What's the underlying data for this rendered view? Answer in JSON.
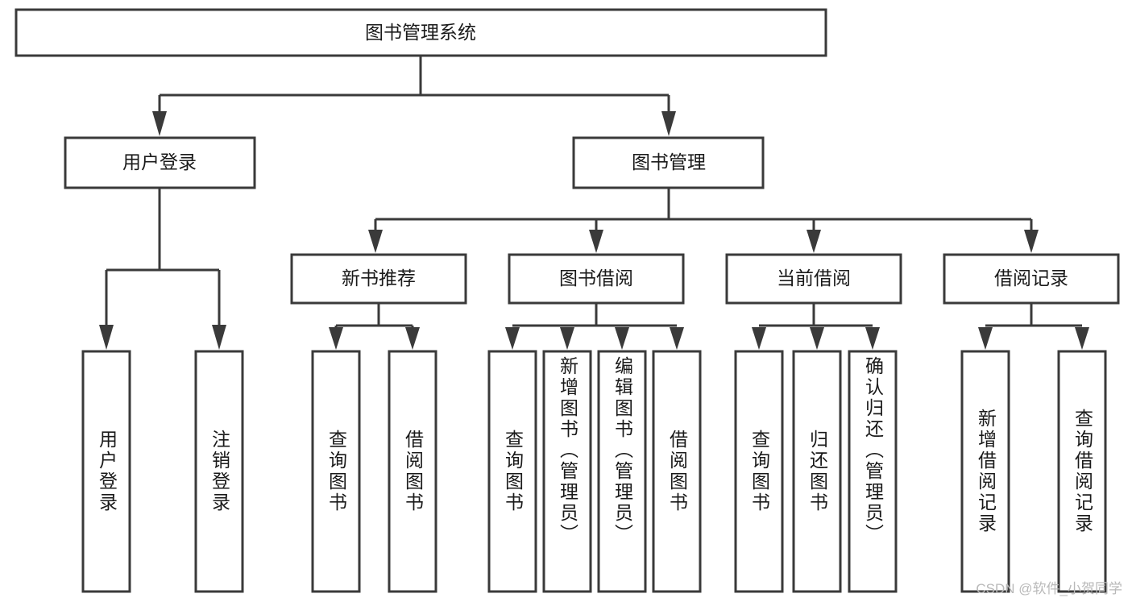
{
  "diagram": {
    "type": "tree-hierarchy",
    "title": "图书管理系统",
    "root": {
      "id": "root",
      "label": "图书管理系统"
    },
    "level2": [
      {
        "id": "user-login",
        "label": "用户登录"
      },
      {
        "id": "book-manage",
        "label": "图书管理"
      }
    ],
    "level3": [
      {
        "id": "new-book-rec",
        "label": "新书推荐",
        "parent": "book-manage"
      },
      {
        "id": "book-borrow",
        "label": "图书借阅",
        "parent": "book-manage"
      },
      {
        "id": "current-borrow",
        "label": "当前借阅",
        "parent": "book-manage"
      },
      {
        "id": "borrow-record",
        "label": "借阅记录",
        "parent": "book-manage"
      }
    ],
    "leaves": [
      {
        "id": "leaf-user-login",
        "label": "用户登录",
        "parent": "user-login"
      },
      {
        "id": "leaf-user-logout",
        "label": "注销登录",
        "parent": "user-login"
      },
      {
        "id": "leaf-query-book-1",
        "label": "查询图书",
        "parent": "new-book-rec"
      },
      {
        "id": "leaf-borrow-book-1",
        "label": "借阅图书",
        "parent": "new-book-rec"
      },
      {
        "id": "leaf-query-book-2",
        "label": "查询图书",
        "parent": "book-borrow"
      },
      {
        "id": "leaf-add-book",
        "label": "新增图书（管理员）",
        "parent": "book-borrow"
      },
      {
        "id": "leaf-edit-book",
        "label": "编辑图书（管理员）",
        "parent": "book-borrow"
      },
      {
        "id": "leaf-borrow-book-2",
        "label": "借阅图书",
        "parent": "book-borrow"
      },
      {
        "id": "leaf-query-book-3",
        "label": "查询图书",
        "parent": "current-borrow"
      },
      {
        "id": "leaf-return-book",
        "label": "归还图书",
        "parent": "current-borrow"
      },
      {
        "id": "leaf-confirm-return",
        "label": "确认归还（管理员）",
        "parent": "current-borrow"
      },
      {
        "id": "leaf-add-record",
        "label": "新增借阅记录",
        "parent": "borrow-record"
      },
      {
        "id": "leaf-query-record",
        "label": "查询借阅记录",
        "parent": "borrow-record"
      }
    ],
    "colors": {
      "stroke": "#3a3a3a",
      "fill": "#ffffff",
      "text": "#1a1a1a",
      "watermark": "#b9b9b9"
    }
  },
  "watermark": {
    "text": "CSDN @软件_小贺同学"
  }
}
